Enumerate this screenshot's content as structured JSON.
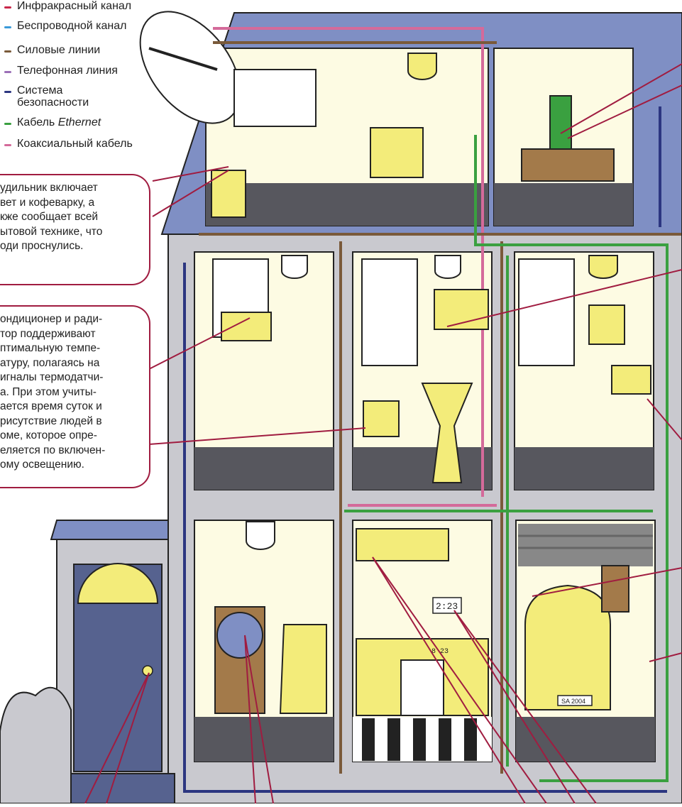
{
  "legend": {
    "items": [
      {
        "label": "Инфракрасный канал",
        "color": "#c8274a"
      },
      {
        "label": "Беспроводной канал",
        "color": "#3a9ad9"
      },
      {
        "label": "Силовые линии",
        "color": "#7a5a3a"
      },
      {
        "label": "Телефонная линия",
        "color": "#9b6fb7"
      },
      {
        "label": "Система\nбезопасности",
        "color": "#2c3680"
      },
      {
        "label": "Кабель ",
        "label_italic": "Ethernet",
        "color": "#3aa040"
      },
      {
        "label": "Коаксиальный кабель",
        "color": "#d46a9a"
      }
    ]
  },
  "callouts": {
    "alarm": "удильник включает\nвет и кофеварку, а\nкже сообщает всей\nытовой технике, что\nоди проснулись.",
    "climate": "ондиционер и ради-\nтор поддерживают\nптимальную темпе-\nатуру, полагаясь на\nигналы термодатчи-\nа. При этом учиты-\nается время суток и\nрисутствие людей в\nоме, которое опре-\nеляется по включен-\nому освещению."
  },
  "labels": {
    "clock": "2:23",
    "plate": "SA 2004",
    "oven_display": "8 23"
  },
  "colors": {
    "roof": "#7f8fc4",
    "wall": "#c9c9cf",
    "room": "#fdfbe3",
    "floor": "#57575e",
    "accent": "#a01c40",
    "yellow": "#f3ec7a"
  }
}
